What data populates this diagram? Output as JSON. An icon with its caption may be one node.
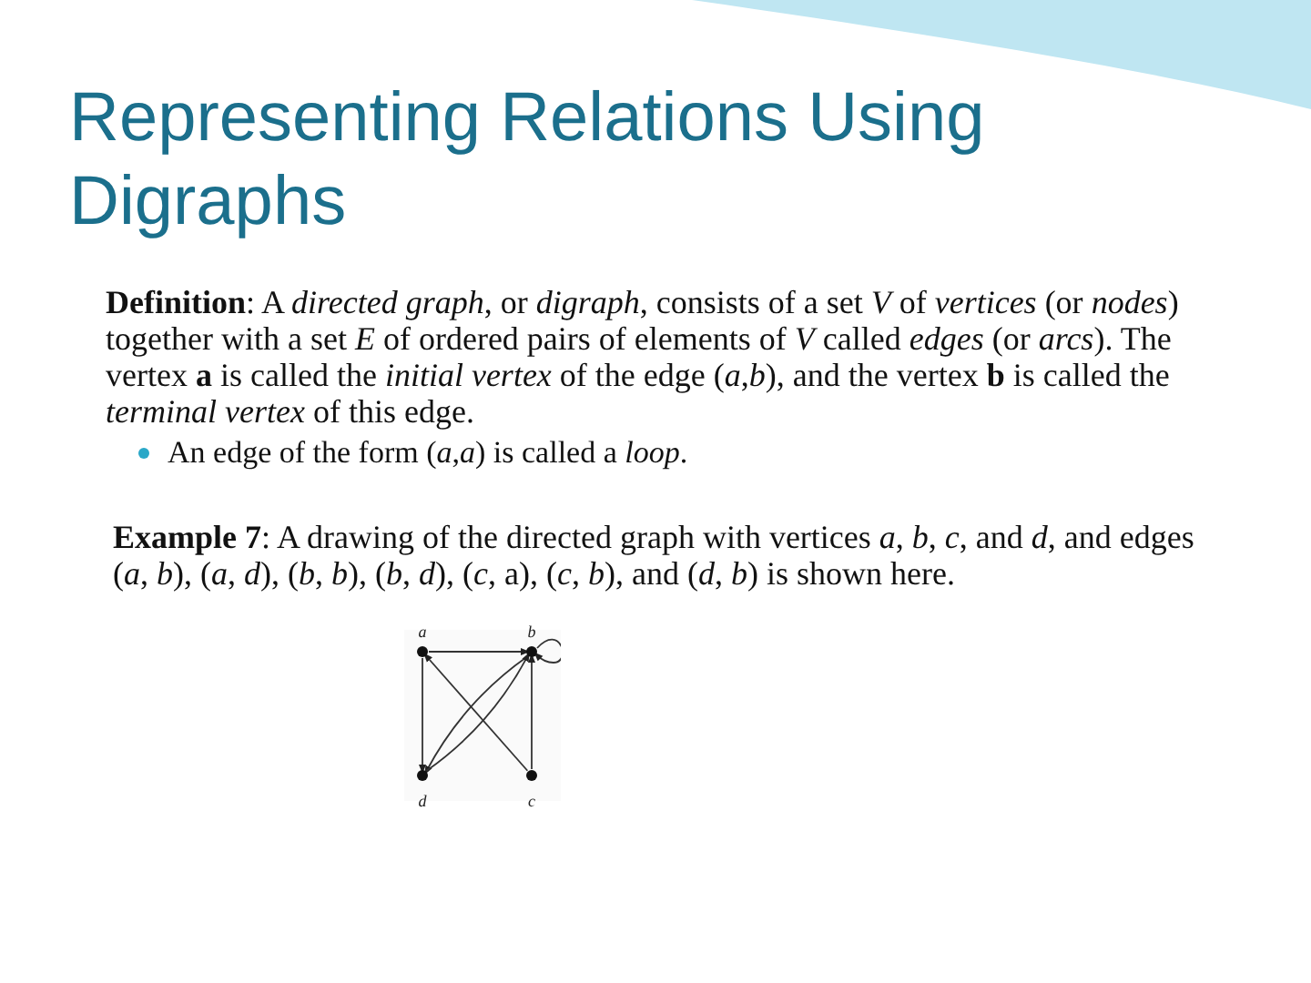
{
  "diagram": {
    "title": "Representing Relations Using Digraphs",
    "nodes": [
      {
        "text": [],
        "shape": "circle",
        "beside": [
          "a"
        ]
      },
      {
        "text": [],
        "shape": "circle",
        "beside": [
          "b"
        ]
      },
      {
        "text": [],
        "shape": "circle",
        "beside": [
          "d"
        ]
      },
      {
        "text": [],
        "shape": "circle",
        "beside": [
          "c"
        ]
      }
    ],
    "edges": [
      {
        "from": 0,
        "to": 1,
        "arrow": "to"
      },
      {
        "from": 0,
        "to": 2,
        "arrow": "to"
      },
      {
        "from": 1,
        "to": 1,
        "arrow": "to"
      },
      {
        "from": 1,
        "to": 2,
        "arrow": "to"
      },
      {
        "from": 3,
        "to": 0,
        "arrow": "to"
      },
      {
        "from": 3,
        "to": 1,
        "arrow": "to"
      },
      {
        "from": 2,
        "to": 1,
        "arrow": "to"
      }
    ],
    "labels": [
      "**Definition**: A *directed graph*, or *digraph*, consists of a set *V* of *vertices* (or *nodes*) together with a set *E* of ordered pairs of elements of *V* called *edges* (or *arcs*). The vertex **a** is called the *initial vertex* of the edge (*a*,*b*), and the vertex **b** is called the *terminal vertex* of this edge.",
      "An edge of the form (*a*,*a*) is called a *loop*.",
      "**Example 7**:  A drawing of the directed graph with vertices *a*, *b*, *c*, and *d*, and edges   (*a*, *b*), (*a*, *d*), (*b*, *b*), (*b*, *d*), (*c*, a), (*c*, *b*), and (*d*, *b*) is shown here."
    ]
  }
}
